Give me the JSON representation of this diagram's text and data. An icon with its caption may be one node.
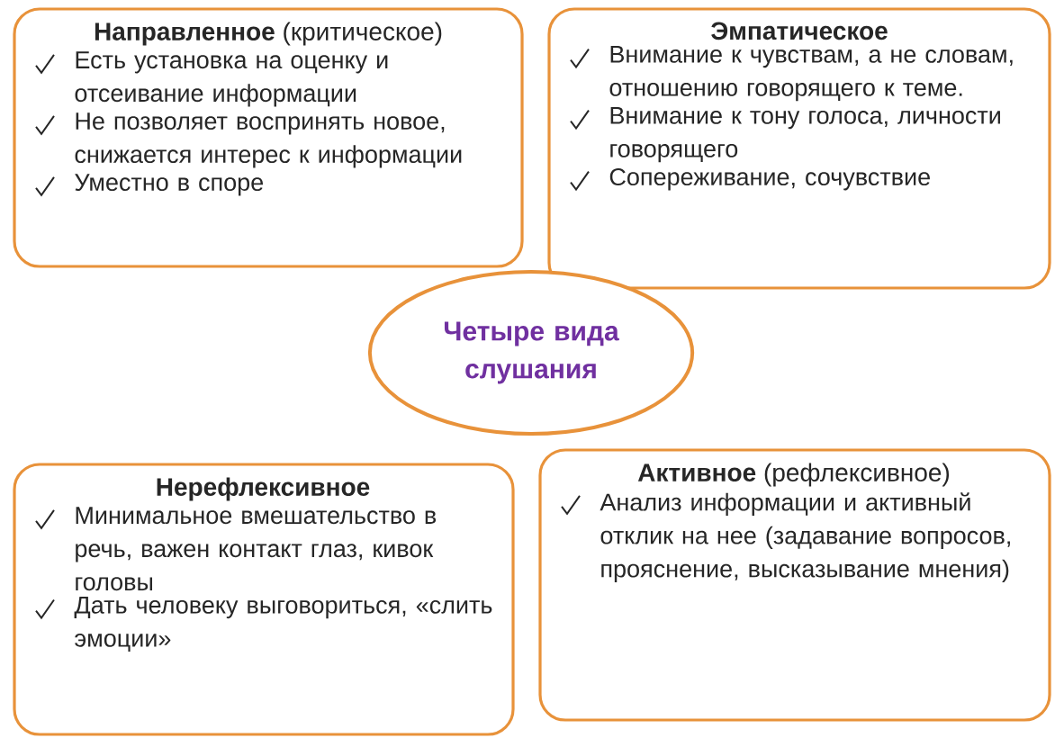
{
  "diagram": {
    "nodes": [
      {
        "text": [
          "**Направленное** (критическое)",
          "Есть установка на оценку и отсеивание информации",
          "Не позволяет воспринять новое, снижается интерес к информации",
          "Уместно в споре"
        ]
      },
      {
        "text": [
          "**Эмпатическое**",
          "Внимание к чувствам, а не словам, отношению говорящего к теме.",
          "Внимание к тону голоса, личности говорящего",
          "Сопереживание, сочувствие"
        ]
      },
      {
        "text": [
          "Четыре вида слушания"
        ]
      },
      {
        "text": [
          "**Нерефлексивное**",
          "Минимальное вмешательство в речь, важен контакт глаз, кивок головы",
          "Дать человеку выговориться, «слить эмоции»"
        ]
      },
      {
        "text": [
          "**Активное** (рефлексивное)",
          "Анализ информации и активный отклик на нее (задавание вопросов, прояснение, высказывание мнения)"
        ]
      }
    ]
  }
}
